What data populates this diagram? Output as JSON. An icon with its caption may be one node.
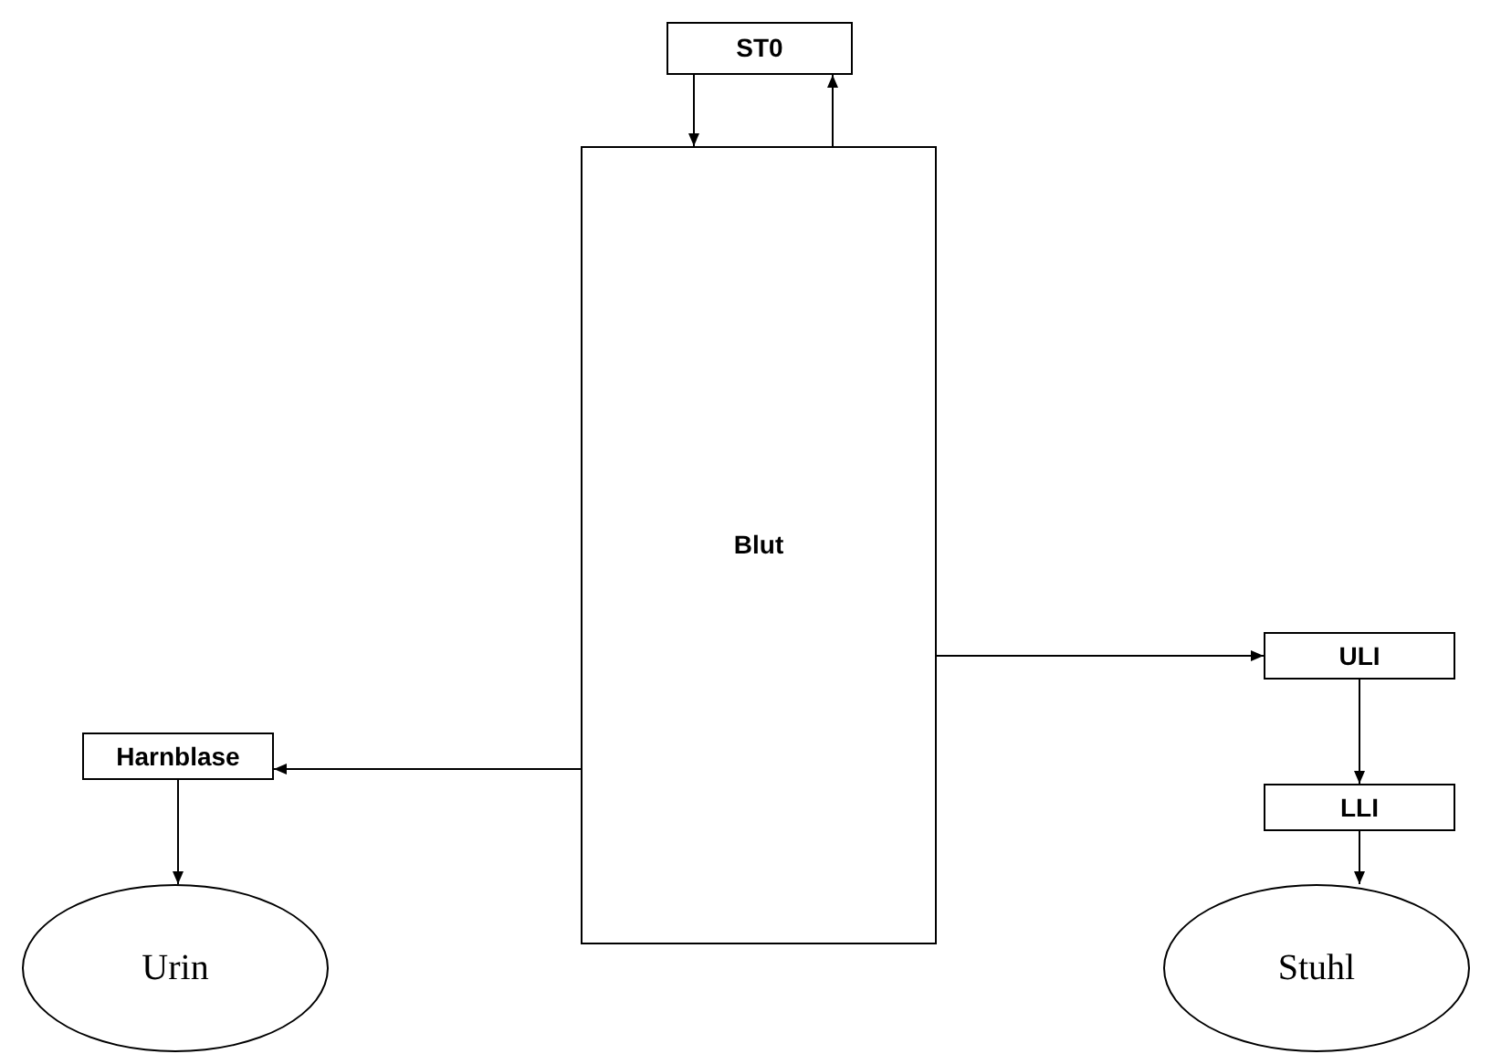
{
  "diagram": {
    "nodes": [
      {
        "text": [
          "ST0"
        ]
      },
      {
        "text": [
          "Blut"
        ]
      },
      {
        "text": [
          "Harnblase"
        ]
      },
      {
        "text": [
          "ULI"
        ]
      },
      {
        "text": [
          "LLI"
        ]
      },
      {
        "text": [
          "Urin"
        ]
      },
      {
        "text": [
          "Stuhl"
        ]
      }
    ],
    "edges": [
      {
        "from": 0,
        "to": 1,
        "arrow": "to"
      },
      {
        "from": 1,
        "to": 0,
        "arrow": "to"
      },
      {
        "from": 1,
        "to": 3,
        "arrow": "to"
      },
      {
        "from": 1,
        "to": 2,
        "arrow": "to"
      },
      {
        "from": 3,
        "to": 4,
        "arrow": "to"
      },
      {
        "from": 4,
        "to": 6,
        "arrow": "to"
      },
      {
        "from": 2,
        "to": 5,
        "arrow": "to"
      }
    ]
  }
}
